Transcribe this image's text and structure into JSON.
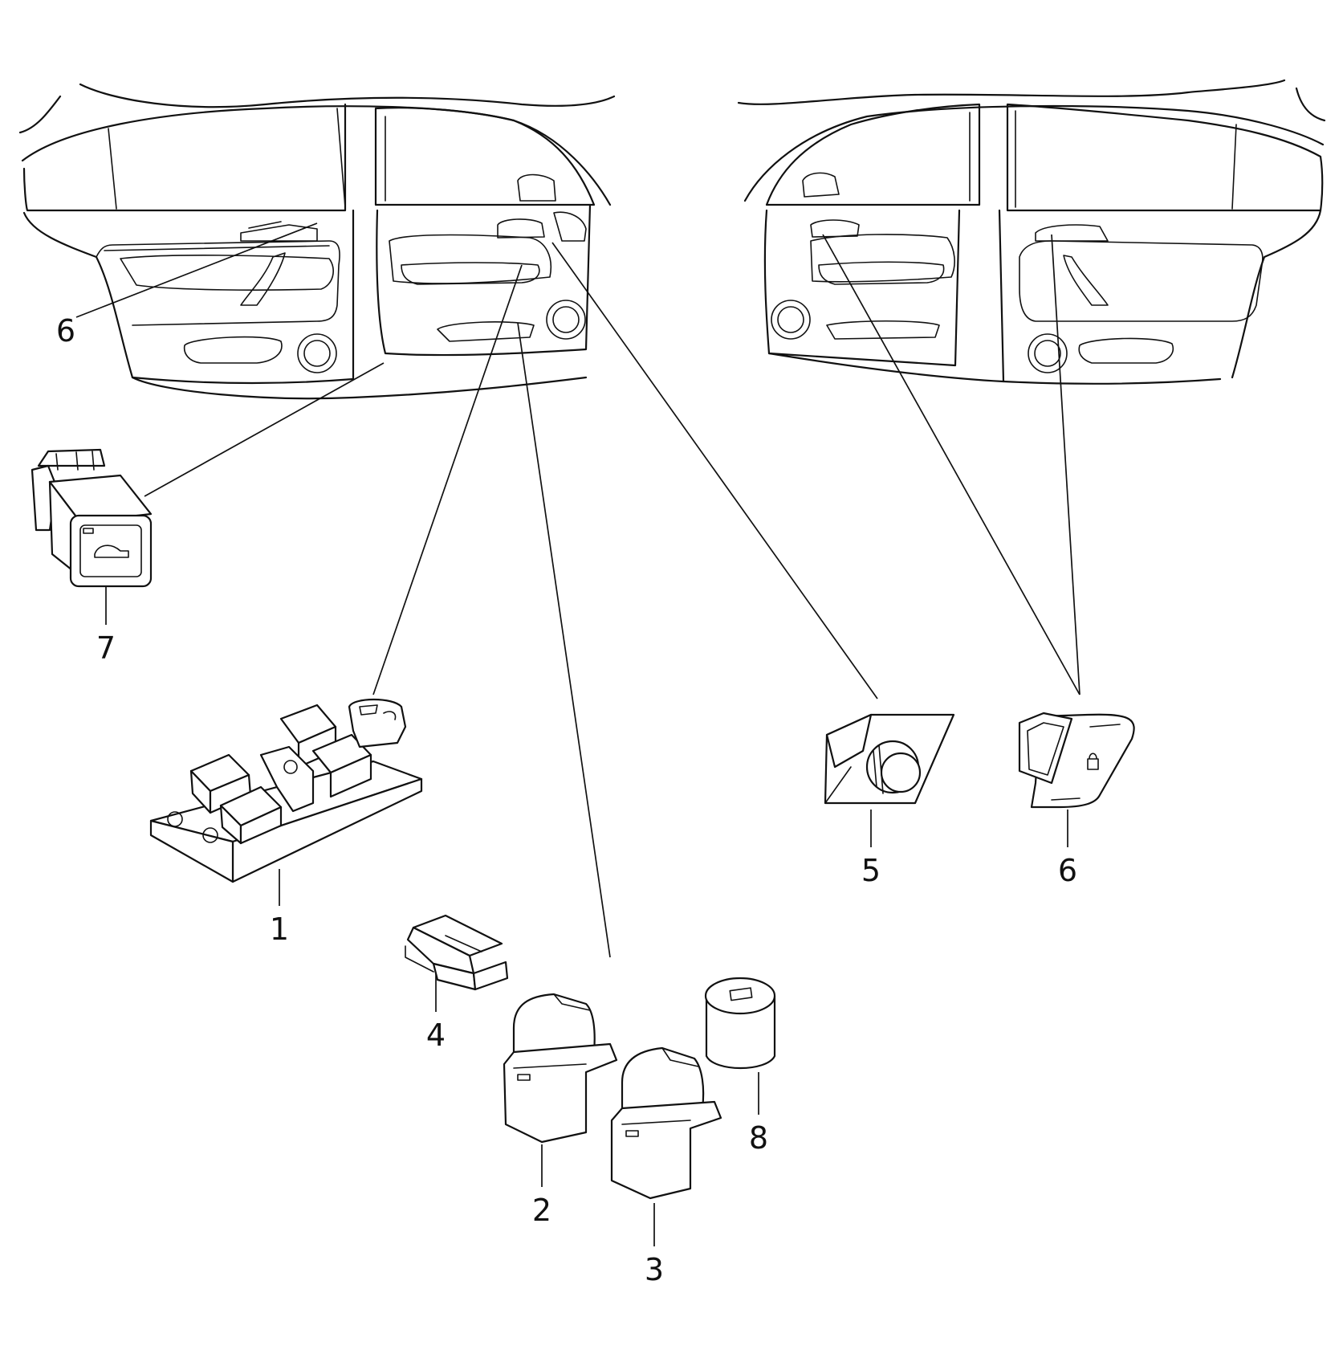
{
  "callouts": {
    "c1": "1",
    "c2": "2",
    "c3": "3",
    "c4": "4",
    "c5": "5",
    "c6_left": "6",
    "c6_right": "6",
    "c7": "7",
    "c8": "8"
  },
  "colors": {
    "line": "#111111",
    "background": "#ffffff"
  }
}
